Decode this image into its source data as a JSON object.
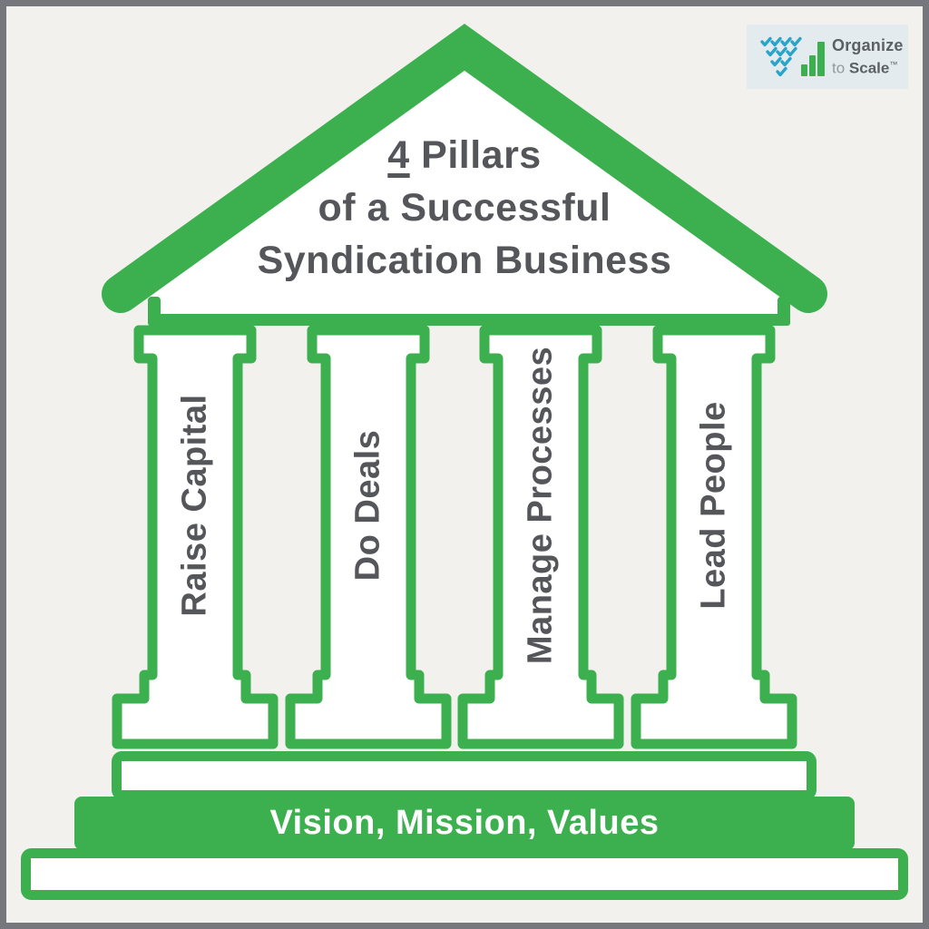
{
  "page": {
    "background": "#f3f1ee",
    "frame_color": "#76777d"
  },
  "theme": {
    "green": "#3cb04e",
    "text_gray": "#55565a",
    "white": "#ffffff"
  },
  "brand": {
    "panel_color": "#e4ebee",
    "check_color": "#2aa4c8",
    "bar_color": "#3cb04e",
    "logo_line1": "Organize",
    "logo_line2_prefix": "to ",
    "logo_line2_word": "Scale",
    "logo_tm": "™"
  },
  "icons": {
    "logo_mark": "checkmark-people-triangle-with-growth-bars"
  },
  "title": {
    "number": "4",
    "line1_rest": " Pillars",
    "line2": "of a Successful",
    "line3": "Syndication Business"
  },
  "pillars": [
    {
      "label": "Raise Capital"
    },
    {
      "label": "Do Deals"
    },
    {
      "label": "Manage Processes"
    },
    {
      "label": "Lead People"
    }
  ],
  "foundation": {
    "label": "Vision, Mission, Values"
  }
}
